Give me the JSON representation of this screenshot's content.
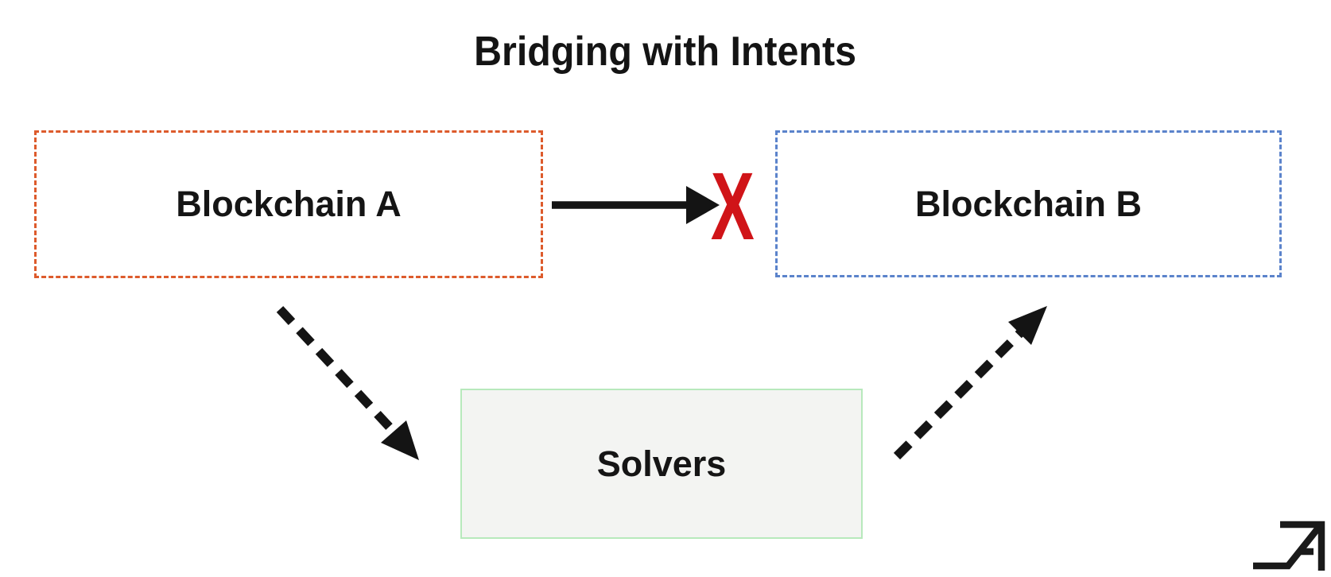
{
  "title": "Bridging with Intents",
  "nodes": {
    "blockchain_a": {
      "label": "Blockchain A",
      "border_color": "#DD5B2C"
    },
    "blockchain_b": {
      "label": "Blockchain B",
      "border_color": "#5B83CB"
    },
    "solvers": {
      "label": "Solvers",
      "border_color": "#B7E9BC",
      "fill_color": "#F3F4F2"
    }
  },
  "marker": {
    "symbol": "X",
    "color": "#D01418"
  },
  "arrows": {
    "color": "#141414",
    "direct_a_to_b": {
      "style": "solid",
      "from": "Blockchain A",
      "to": "Blockchain B"
    },
    "a_to_solvers": {
      "style": "dashed",
      "from": "Blockchain A",
      "to": "Solvers"
    },
    "solvers_to_b": {
      "style": "dashed",
      "from": "Solvers",
      "to": "Blockchain B"
    }
  },
  "watermark": {
    "icon": "arrow-logo-icon",
    "color": "#1A1A1A"
  }
}
